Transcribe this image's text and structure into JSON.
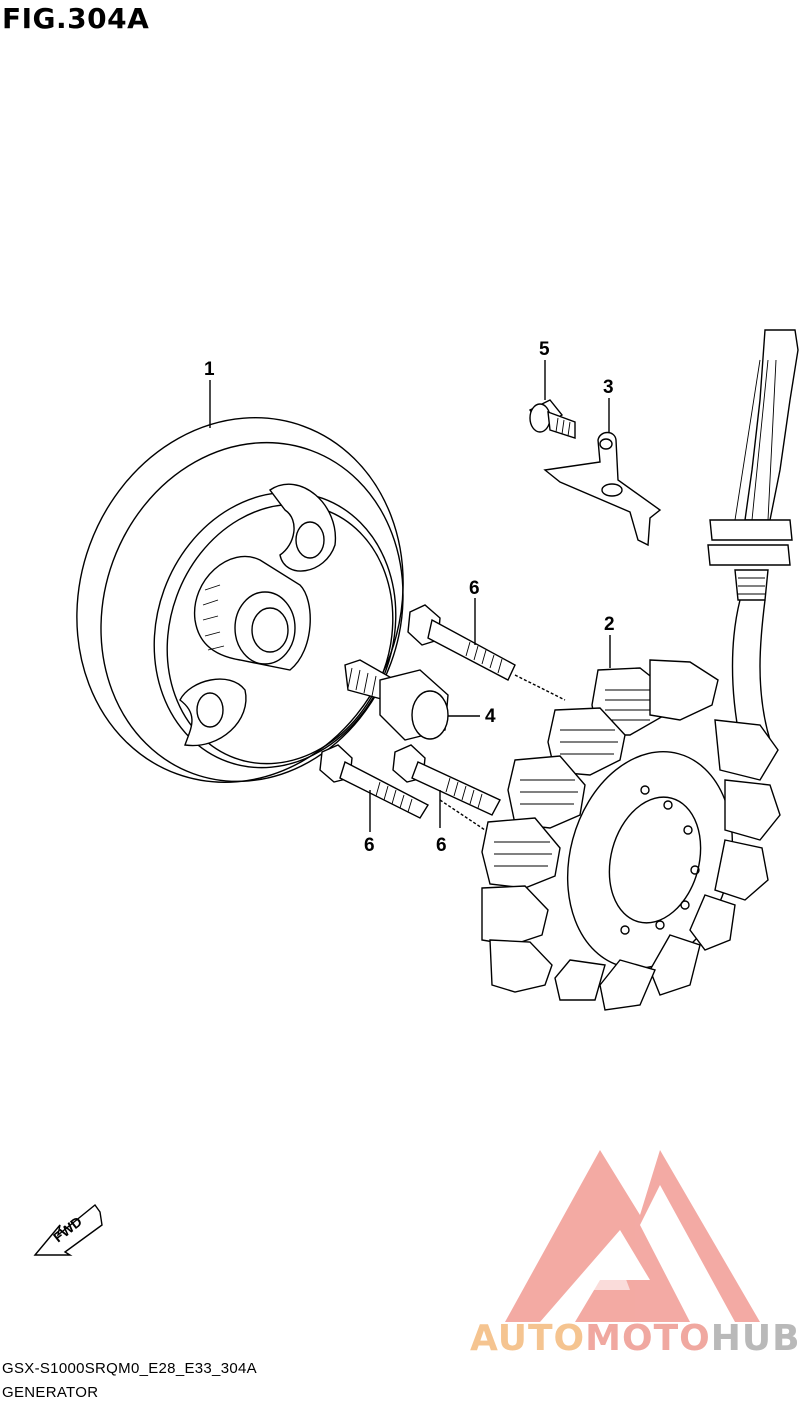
{
  "figure": {
    "title": "FIG.304A"
  },
  "callouts": [
    {
      "id": "c1",
      "label": "1"
    },
    {
      "id": "c2",
      "label": "2"
    },
    {
      "id": "c3",
      "label": "3"
    },
    {
      "id": "c4",
      "label": "4"
    },
    {
      "id": "c5",
      "label": "5"
    },
    {
      "id": "c6a",
      "label": "6"
    },
    {
      "id": "c6b",
      "label": "6"
    },
    {
      "id": "c6c",
      "label": "6"
    }
  ],
  "fwd_arrow": {
    "label": "FWD"
  },
  "footer": {
    "code": "GSX-S1000SRQM0_E28_E33_304A",
    "name": "GENERATOR"
  },
  "watermark": {
    "part1": "AUTO",
    "part2": "MOTO",
    "part3": "HUB",
    "colors": {
      "part1": "#f5c490",
      "part2": "#f0a8a0",
      "part3": "#b9b9b9",
      "emblem": "#f2a19a"
    }
  }
}
